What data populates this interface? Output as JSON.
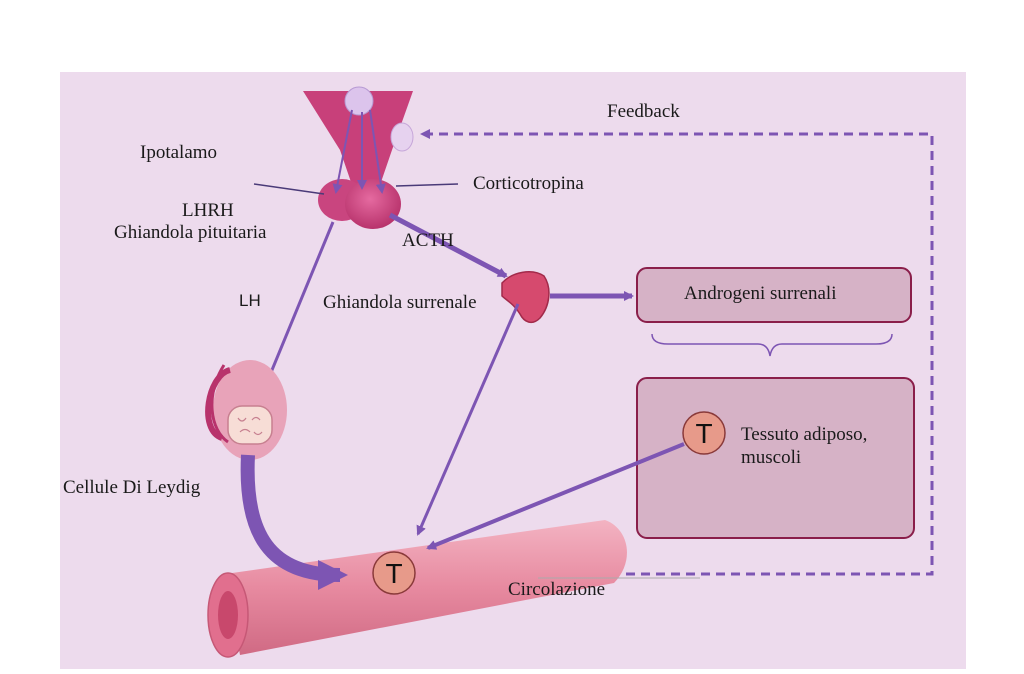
{
  "labels": {
    "feedback": "Feedback",
    "ipotalamo": "Ipotalamo",
    "corticotropina": "Corticotropina",
    "lhrh": "LHRH",
    "ghiandola_pituitaria": "Ghiandola pituitaria",
    "acth": "ACTH",
    "lh": "LH",
    "ghiandola_surrenale": "Ghiandola surrenale",
    "androgeni_surrenali": "Androgeni surrenali",
    "tessuto_line1": "Tessuto adiposo,",
    "tessuto_line2": "muscoli",
    "cellule_leydig": "Cellule Di Leydig",
    "circolazione": "Circolazione",
    "t_tissue": "T",
    "t_circulation": "T"
  },
  "colors": {
    "panel": "#eddbed",
    "arrow": "#7d55b3",
    "gland": "#c8407a",
    "vessel": "#e7889e",
    "box_fill": "#d6b2c6",
    "box_border": "#8a1e4a",
    "t_circle": "#e79a8a"
  }
}
